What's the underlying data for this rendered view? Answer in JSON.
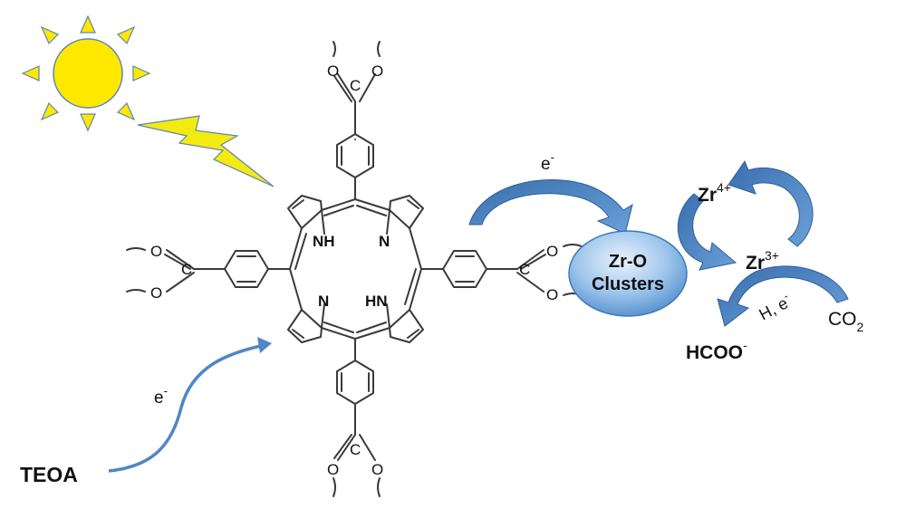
{
  "labels": {
    "teoa": "TEOA",
    "electron": "e",
    "electron_sup": "-",
    "cluster_line1": "Zr-O",
    "cluster_line2": "Clusters",
    "zr": "Zr",
    "zr4_sup": "4+",
    "zr3_sup": "3+",
    "h_e": "H, e",
    "h_e_sup": "-",
    "co2": "CO",
    "co2_sub": "2",
    "hcoo": "HCOO",
    "hcoo_sup": "-",
    "nh": "NH",
    "hn": "HN",
    "n": "N",
    "o": "O",
    "c": "C"
  },
  "colors": {
    "sun_fill": "#ffe800",
    "sun_stroke": "#5b86b5",
    "bolt_fill": "#f3ea12",
    "arrow_blue": "#4f86c6",
    "arrow_dark": "#3c6fb0",
    "cluster_fill": "#7db3e4",
    "bond": "#3a3a3a"
  }
}
